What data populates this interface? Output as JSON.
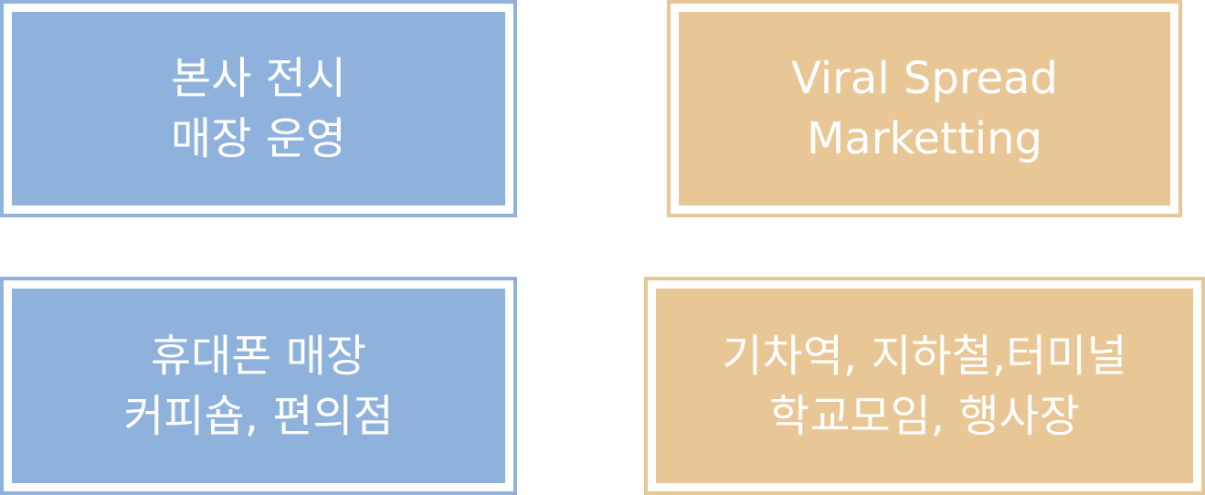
{
  "colors": {
    "blue": "#8EB2DC",
    "tan": "#E8C695",
    "text": "#FFFFFF"
  },
  "boxes": [
    {
      "lines": [
        "본사 전시",
        "매장 운영"
      ]
    },
    {
      "lines": [
        "Viral Spread",
        "Marketting"
      ]
    },
    {
      "lines": [
        "휴대폰 매장",
        "커피숍, 편의점"
      ]
    },
    {
      "lines": [
        "기차역, 지하철,터미널",
        "학교모임, 행사장"
      ]
    }
  ]
}
